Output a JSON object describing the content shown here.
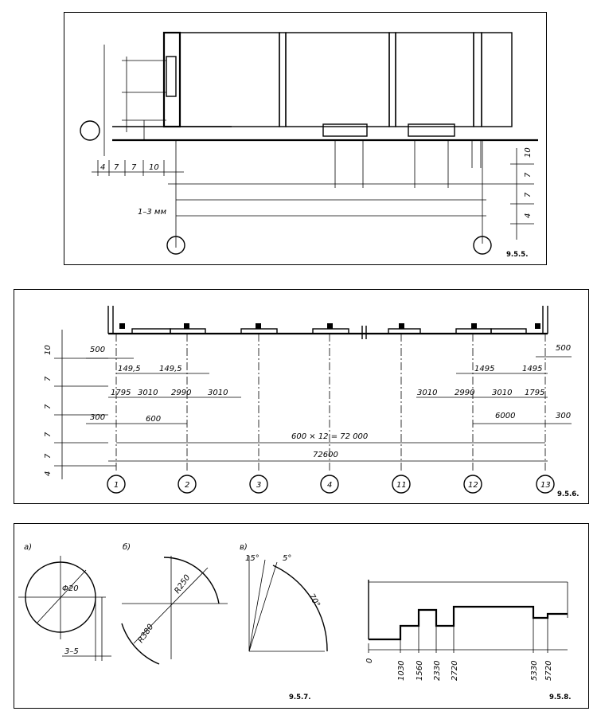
{
  "fig1": {
    "caption": "9.5.5.",
    "bottom_dims": [
      "4",
      "7",
      "7",
      "10"
    ],
    "right_dims": [
      "10",
      "7",
      "7",
      "4"
    ],
    "gap_label": "1–3 мм"
  },
  "fig2": {
    "caption": "9.5.6.",
    "left_dims": [
      "10",
      "7",
      "7",
      "7",
      "7",
      "4"
    ],
    "left_values": [
      "500",
      "300"
    ],
    "right_values": [
      "500",
      "300"
    ],
    "row1_left": [
      "149,5",
      "149,5"
    ],
    "row1_right": [
      "1495",
      "1495"
    ],
    "row2_left": [
      "1795",
      "3010",
      "2990",
      "3010"
    ],
    "row2_right": [
      "3010",
      "2990",
      "3010",
      "1795"
    ],
    "row3_left": "600",
    "row3_right": "6000",
    "total_formula": "600 × 12 = 72 000",
    "total": "72600",
    "axes": [
      "1",
      "2",
      "3",
      "4",
      "11",
      "12",
      "13"
    ]
  },
  "fig3": {
    "caption_left": "9.5.7.",
    "caption_right": "9.5.8.",
    "a": {
      "label": "а)",
      "diameter": "Φ20",
      "gap": "3–5"
    },
    "b": {
      "label": "б)",
      "r1": "R250",
      "r2": "R380"
    },
    "c": {
      "label": "в)",
      "angles": [
        "15°",
        "5°",
        "70°"
      ]
    },
    "d": {
      "marks": [
        "0",
        "1030",
        "1560",
        "2330",
        "2720",
        "5330",
        "5720"
      ]
    }
  }
}
